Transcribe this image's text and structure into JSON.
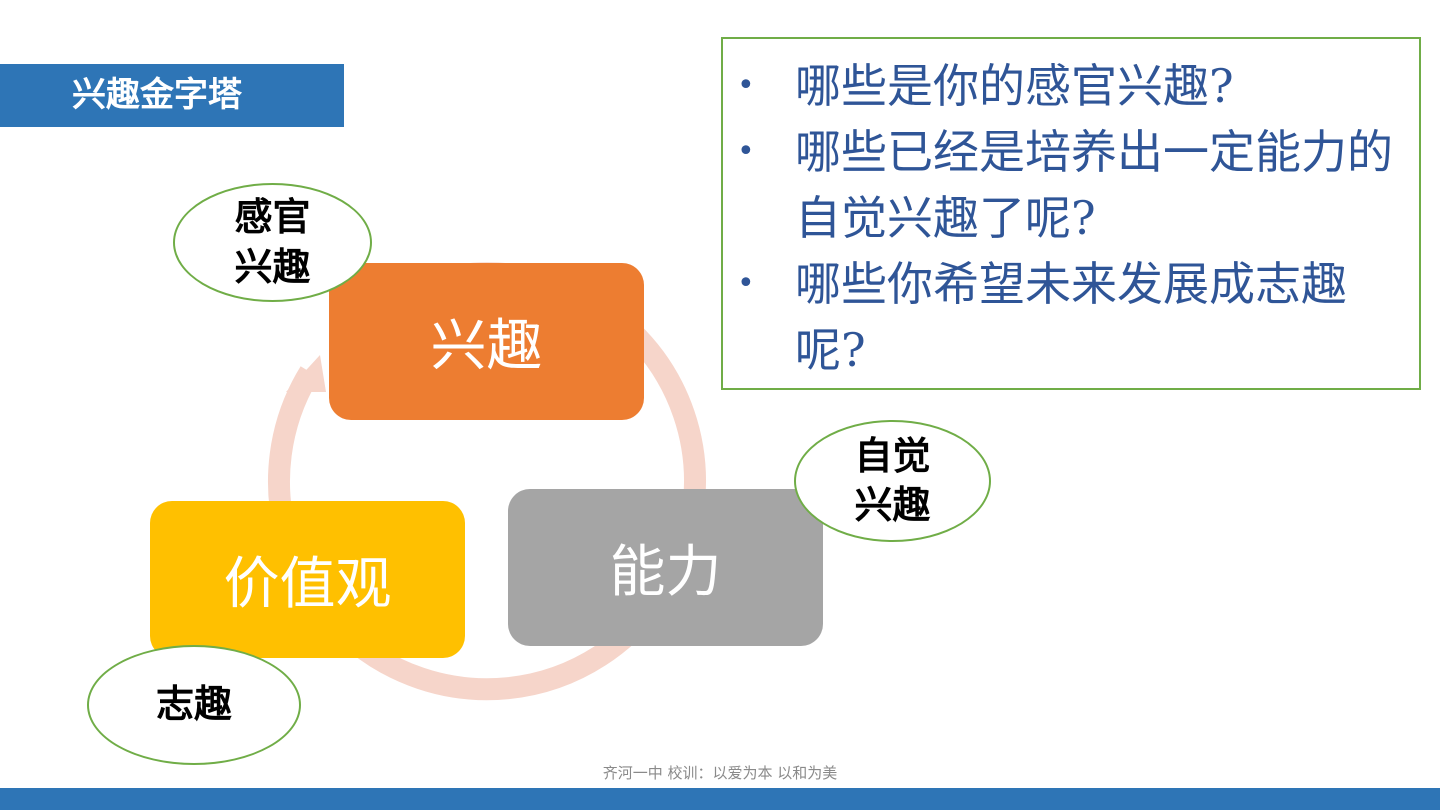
{
  "title": "兴趣金字塔",
  "cycle": {
    "items": [
      "兴趣",
      "能力",
      "价值观"
    ],
    "ring_color": "#f6d5ca"
  },
  "labels": {
    "sensory": [
      "感官",
      "兴趣"
    ],
    "conscious": [
      "自觉",
      "兴趣"
    ],
    "aspiration": [
      "志趣"
    ]
  },
  "questions": [
    "哪些是你的感官兴趣?",
    "哪些已经是培养出一定能力的自觉兴趣了呢?",
    "哪些你希望未来发展成志趣呢?"
  ],
  "bullet": "•",
  "footer": "齐河一中 校训：以爱为本 以和为美",
  "colors": {
    "accent": "#2e75b6",
    "orange": "#ed7d31",
    "gray": "#a5a5a5",
    "yellow": "#ffc000",
    "green": "#70ad47",
    "text_blue": "#2f5597"
  }
}
